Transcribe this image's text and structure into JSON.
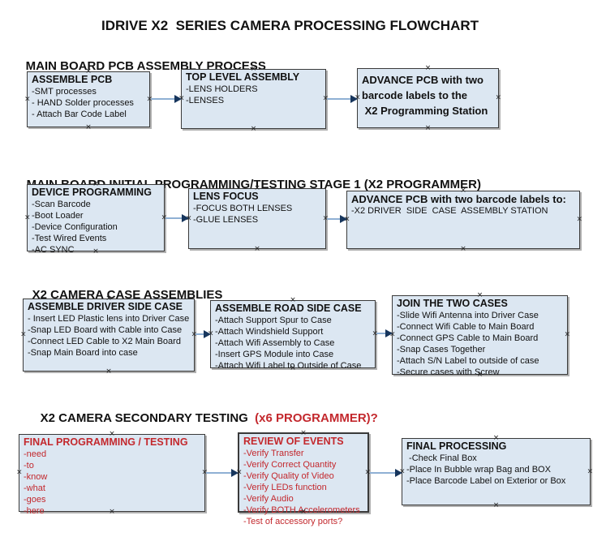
{
  "title": "IDRIVE X2  SERIES CAMERA PROCESSING FLOWCHART",
  "icons": {
    "connection_marker": "×"
  },
  "colors": {
    "box_fill": "#dce7f2",
    "box_border": "#3a3a3a",
    "arrow_line": "#8fb0d4",
    "arrow_head": "#17365d",
    "red_text": "#c3282d",
    "black_text": "#111111"
  },
  "sections": [
    {
      "heading": {
        "text": "MAIN BOARD PCB ASSEMBLY PROCESS"
      },
      "boxes": [
        {
          "title": "ASSEMBLE PCB",
          "items": [
            "-SMT processes",
            "- HAND Solder processes",
            "- Attach Bar Code Label"
          ]
        },
        {
          "title": "TOP LEVEL ASSEMBLY",
          "items": [
            "-LENS HOLDERS",
            "-LENSES"
          ]
        },
        {
          "title": "ADVANCE PCB with two\nbarcode labels to the\n X2 Programming Station",
          "items": []
        }
      ]
    },
    {
      "heading": {
        "text": "MAIN BOARD INITIAL PROGRAMMING/TESTING STAGE 1 (X2 PROGRAMMER)"
      },
      "boxes": [
        {
          "title": "DEVICE PROGRAMMING",
          "items": [
            "-Scan Barcode",
            "-Boot Loader",
            "-Device Configuration",
            "-Test Wired Events",
            "-AC SYNC"
          ]
        },
        {
          "title": "LENS FOCUS",
          "items": [
            "-FOCUS BOTH LENSES",
            "-GLUE LENSES"
          ]
        },
        {
          "title": "ADVANCE PCB with two barcode labels to:",
          "items": [
            "-X2 DRIVER  SIDE  CASE  ASSEMBLY STATION"
          ]
        }
      ]
    },
    {
      "heading": {
        "text": "X2 CAMERA CASE ASSEMBLIES"
      },
      "boxes": [
        {
          "title": "ASSEMBLE DRIVER SIDE CASE",
          "items": [
            "- Insert LED Plastic lens into Driver Case",
            "-Snap LED Board with Cable into Case",
            "-Connect LED Cable to X2 Main Board",
            "-Snap Main Board into case"
          ]
        },
        {
          "title": "ASSEMBLE ROAD SIDE CASE",
          "items": [
            "-Attach Support Spur to Case",
            "-Attach Windshield Support",
            "-Attach Wifi Assembly to Case",
            "-Insert GPS Module into Case",
            "-Attach Wifi Label to Outside of Case"
          ]
        },
        {
          "title": "JOIN THE TWO CASES",
          "items": [
            "-Slide Wifi Antenna into Driver Case",
            "-Connect Wifi Cable to Main Board",
            "-Connect GPS Cable to Main Board",
            "-Snap Cases Together",
            "-Attach S/N Label to outside of case",
            "-Secure cases with Screw"
          ]
        }
      ]
    },
    {
      "heading": {
        "text": "X2 CAMERA SECONDARY TESTING  ",
        "red_text": "(x6 PROGRAMMER)?"
      },
      "boxes": [
        {
          "title": "FINAL PROGRAMMING / TESTING",
          "text_color": "#c3282d",
          "items": [
            "-need",
            "-to",
            "-know",
            "-what",
            "-goes",
            "-here"
          ]
        },
        {
          "title": "REVIEW OF EVENTS",
          "text_color": "#c3282d",
          "items": [
            "-Verify Transfer",
            "-Verify Correct Quantity",
            "-Verify Quality of Video",
            "-Verify LEDs function",
            "-Verify Audio",
            "-Verify BOTH Accelerometers",
            "-Test of accessory ports?"
          ]
        },
        {
          "title": "FINAL PROCESSING",
          "items": [
            " -Check Final Box",
            "-Place In Bubble wrap Bag and BOX",
            "-Place Barcode Label on Exterior or Box"
          ]
        }
      ]
    }
  ]
}
